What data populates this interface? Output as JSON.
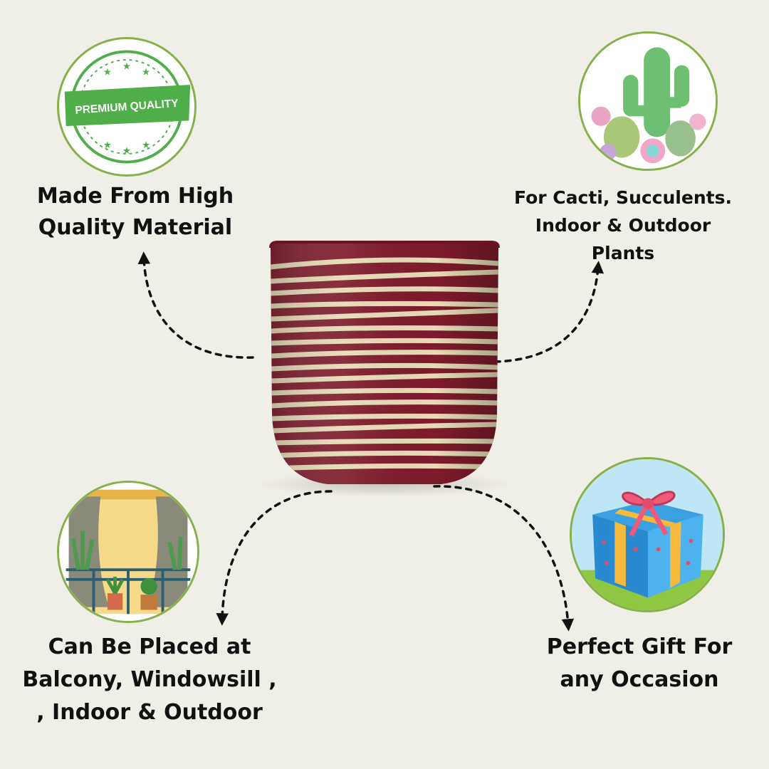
{
  "features": {
    "top_left": {
      "lines": [
        "Made From High",
        "Quality Material"
      ],
      "badge_text": "PREMIUM QUALITY",
      "icon": "premium-quality-badge-icon"
    },
    "top_right": {
      "lines": [
        "For Cacti, Succulents.",
        "Indoor & Outdoor",
        "Plants"
      ],
      "icon": "cacti-succulents-icon"
    },
    "bottom_left": {
      "lines": [
        "Can Be Placed at",
        "Balcony, Windowsill ,",
        ", Indoor & Outdoor"
      ],
      "icon": "balcony-window-plants-icon"
    },
    "bottom_right": {
      "lines": [
        "Perfect Gift For",
        "any Occasion"
      ],
      "icon": "gift-box-icon"
    }
  },
  "product": {
    "icon": "striped-ceramic-pot"
  },
  "colors": {
    "background": "#f0efe7",
    "badge_border": "#86b04a",
    "pot": "#7e1b2c",
    "pot_stripes": "#e6dbb6",
    "text": "#111111"
  }
}
